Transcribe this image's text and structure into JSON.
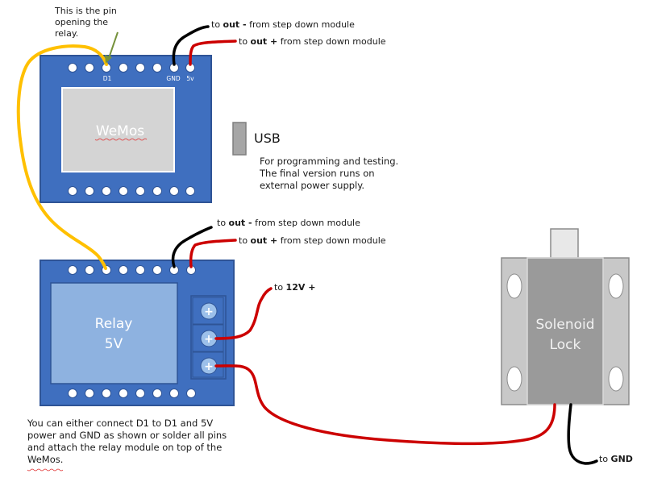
{
  "annotations": {
    "pin_note": "This is the pin opening the relay.",
    "usb_title": "USB",
    "usb_note": "For programming and testing. The final version runs on external power supply.",
    "bottom_note": "You can either connect D1 to D1 and 5V power and GND as shown or solder all pins and attach the relay module on top of the WeMos."
  },
  "wemos": {
    "title": "WeMos",
    "pin_d1": "D1",
    "pin_gnd": "GND",
    "pin_5v": "5v",
    "wire_black": {
      "prefix": "to ",
      "bold": "out -",
      "suffix": " from step down module"
    },
    "wire_red": {
      "prefix": "to ",
      "bold": "out +",
      "suffix": " from step down module"
    }
  },
  "relay": {
    "title_line1": "Relay",
    "title_line2": "5V",
    "terminal_symbol": "+",
    "wire_black": {
      "prefix": "to ",
      "bold": "out -",
      "suffix": " from step down module"
    },
    "wire_red": {
      "prefix": "to ",
      "bold": "out +",
      "suffix": " from step down module"
    },
    "wire_12v": {
      "prefix": "to ",
      "bold": "12V +",
      "suffix": ""
    }
  },
  "solenoid": {
    "title_line1": "Solenoid",
    "title_line2": "Lock",
    "gnd_wire": {
      "prefix": "to ",
      "bold": "GND",
      "suffix": ""
    }
  },
  "colors": {
    "board_blue": "#3f6fbf",
    "board_border": "#2f5496",
    "pad_white": "#ffffff",
    "wemos_chip": "#d4d4d4",
    "relay_chip": "#8eb2e0",
    "terminal_fill": "#9cc0ea",
    "lock_gray": "#9a9a9a",
    "lock_light": "#c8c8c8",
    "wire_red": "#cc0000",
    "wire_black": "#000000",
    "wire_yellow": "#ffc000",
    "arrow_green": "#76923c"
  }
}
